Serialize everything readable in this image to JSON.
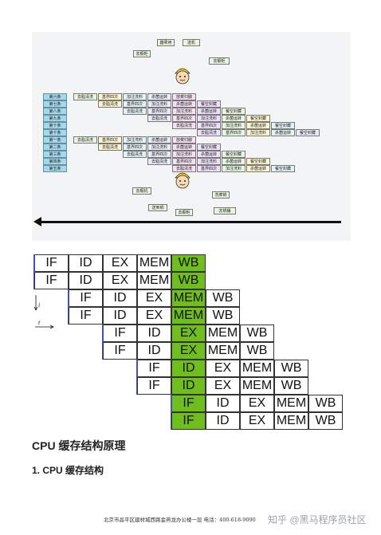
{
  "cartoon": {
    "top_nodes": [
      "器果用",
      "送机",
      "去橱柜",
      "去橱柜"
    ],
    "bottom_nodes": [
      "去橱机",
      "洗菜锅",
      "送到锅",
      "去橱柜",
      "去锅桶"
    ],
    "stage_labels": [
      "第六条",
      "第七条",
      "第八条",
      "第九条",
      "第十条",
      "第十条",
      "第一条",
      "第二条",
      "第三条",
      "第四条",
      "第五条"
    ],
    "rows": [
      [
        "去脂清洗",
        "基界四次",
        "加注洗料",
        "杀菌运转",
        "放菜归腺"
      ],
      [
        "去脂清洗",
        "基界四次",
        "加注洗料",
        "杀菌运转",
        "餐空封藏"
      ],
      [
        "去脂清洗",
        "基界四次",
        "加注洗料",
        "杀菌运转",
        "餐空封藏"
      ],
      [
        "去脂清洗",
        "基界四次",
        "加注洗料",
        "杀菌运转",
        "餐空封藏"
      ],
      [
        "去脂清洗",
        "基界四次",
        "加注洗料",
        "杀菌运转",
        "餐空封藏"
      ],
      [
        "去脂清洗",
        "基界四次",
        "加注洗料",
        "杀菌运转",
        "餐空封藏"
      ],
      [
        "去脂清洗",
        "基界四次",
        "加注洗料",
        "杀菌运转",
        "放菜归腺"
      ],
      [
        "去脂清洗",
        "基界四次",
        "加注洗料",
        "杀菌运转",
        "餐空封藏"
      ],
      [
        "去脂清洗",
        "基界四次",
        "加注洗料",
        "杀菌运转",
        "餐空封藏"
      ],
      [
        "去脂清洗",
        "基界四次",
        "加注洗料",
        "杀菌运转",
        "餐空封藏"
      ],
      [
        "去脂清洗",
        "基界四次",
        "加注洗料",
        "杀菌运转",
        "餐空封藏"
      ]
    ]
  },
  "pipeline": {
    "stages": [
      "IF",
      "ID",
      "EX",
      "MEM",
      "WB"
    ],
    "axis_i": "i",
    "axis_t": "t"
  },
  "heading": "CPU 缓存结构原理",
  "subheading": "1. CPU 缓存结构",
  "footer": "北京市昌平区建材城西路金燕龙办公楼一层    电话：400-618-9090",
  "watermark": "知乎 @黑马程序员社区",
  "colors": {
    "highlight": "#6fbe1e",
    "bar": "#3a53b5"
  }
}
